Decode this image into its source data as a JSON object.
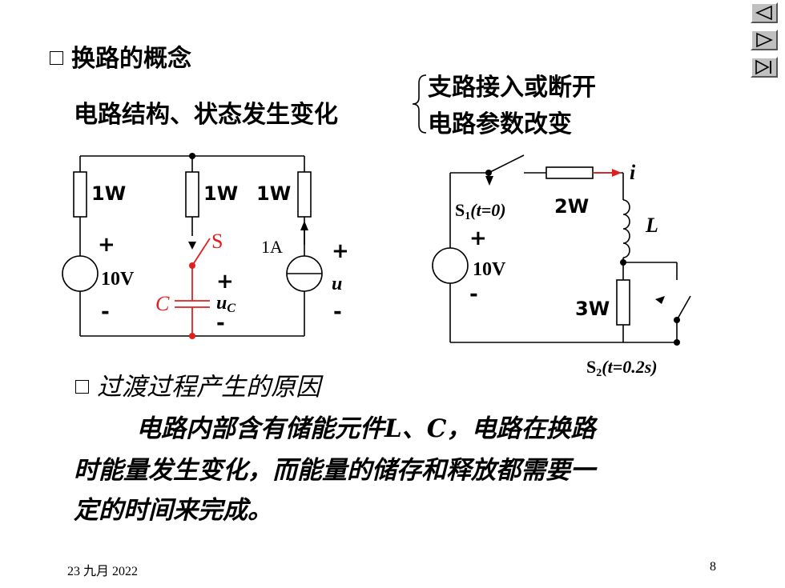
{
  "slide": {
    "heading1": "换路的概念",
    "line1_prefix": "电路结构、状态发生变化",
    "brace_items": [
      "支路接入或断开",
      "电路参数改变"
    ],
    "heading2": "过渡过程产生的原因",
    "body_lines": [
      "电路内部含有储能元件L、C，电路在换路",
      "时能量发生变化，而能量的储存和释放都需要一",
      "定的时间来完成。"
    ],
    "date": "23 九月 2022",
    "page_number": "8"
  },
  "circuit1": {
    "r1": "1W",
    "r2": "1W",
    "r3": "1W",
    "source_plus": "+",
    "source_value": "10V",
    "source_minus": "-",
    "switch_label": "S",
    "cap_label": "C",
    "cap_plus": "+",
    "cap_voltage": "u",
    "cap_voltage_sub": "C",
    "cap_minus": "-",
    "current_source": "1A",
    "u_plus": "+",
    "u_label": "u",
    "u_minus": "-",
    "accent_color": "#e02020"
  },
  "circuit2": {
    "s1_label": "S",
    "s1_sub": "1",
    "s1_cond": "(t=0)",
    "resistor_top": "2W",
    "current_label": "i",
    "inductor_label": "L",
    "source_plus": "+",
    "source_value": "10V",
    "source_minus": "-",
    "resistor_bottom": "3W",
    "s2_label": "S",
    "s2_sub": "2",
    "s2_cond": "(t=0.2s)"
  },
  "nav": {
    "icons": [
      "nav-prev-icon",
      "nav-next-icon",
      "nav-last-icon"
    ]
  }
}
